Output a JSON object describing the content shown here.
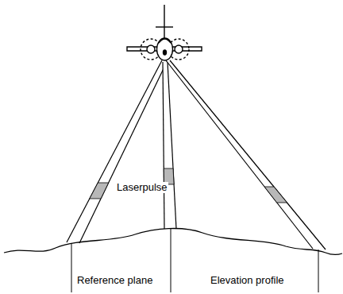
{
  "diagram": {
    "labels": [
      "Laserpulse",
      "Reference plane",
      "Elevation profile"
    ]
  }
}
